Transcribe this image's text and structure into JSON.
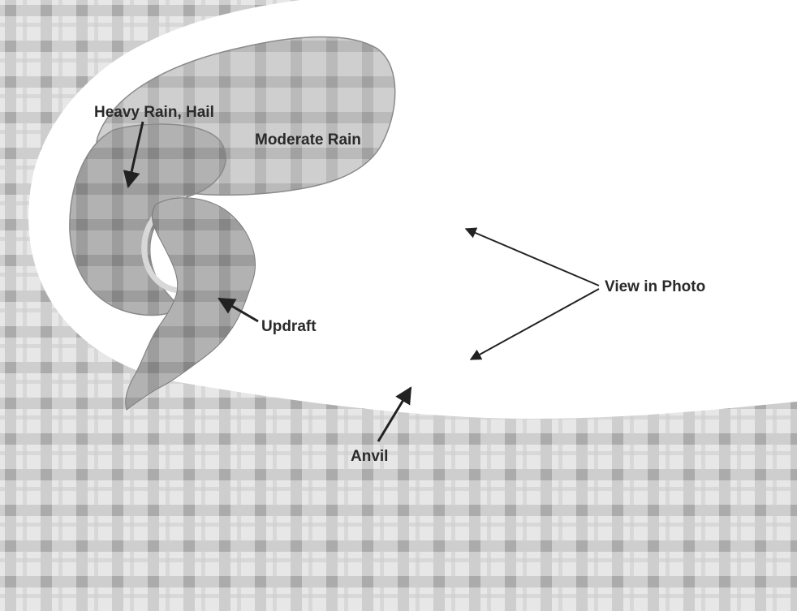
{
  "labels": {
    "heavy_rain": "Heavy Rain, Hail",
    "moderate_rain": "Moderate Rain",
    "updraft": "Updraft",
    "view": "View in Photo",
    "anvil": "Anvil"
  },
  "colors": {
    "background_check_light": "#e6e6e6",
    "background_check_dark": "#a9a9a9",
    "sky": "#ffffff",
    "moderate_rain_fill": "#c8c8c8",
    "heavy_rain_fill": "#a7a7a7",
    "updraft_fill": "#939393",
    "arrow": "#222222"
  }
}
